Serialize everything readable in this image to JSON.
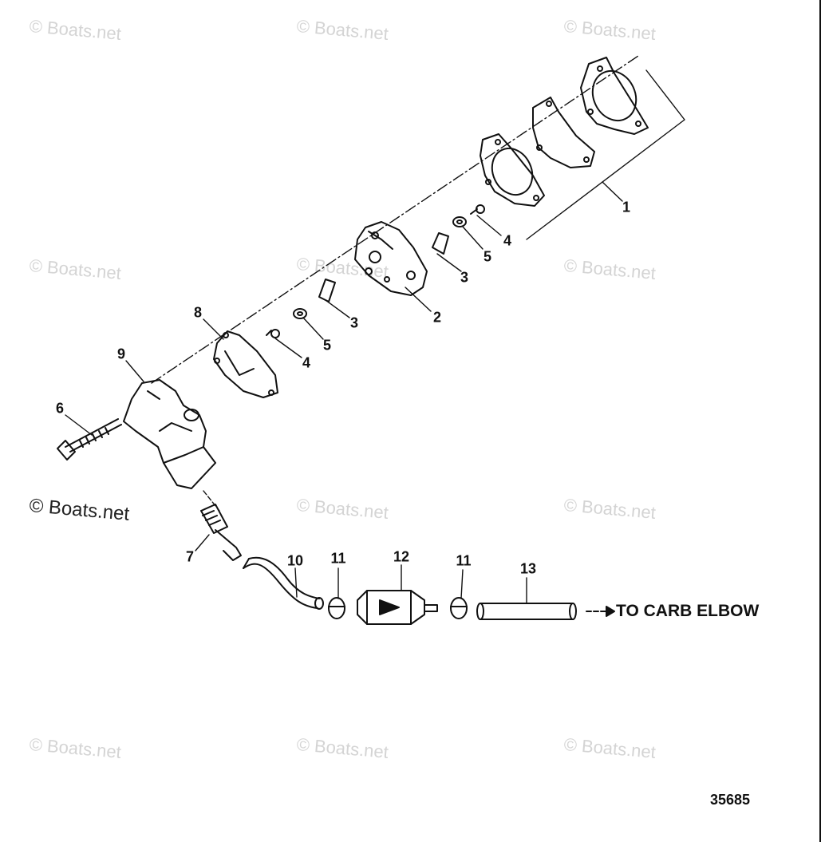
{
  "watermark": {
    "text": "© Boats.net"
  },
  "callouts": [
    "1",
    "2",
    "3",
    "3",
    "4",
    "4",
    "5",
    "5",
    "6",
    "7",
    "8",
    "9",
    "10",
    "11",
    "11",
    "12",
    "13"
  ],
  "destination_label": "TO CARB ELBOW",
  "figure_number": "35685",
  "colors": {
    "ink": "#111111",
    "watermark": "#d4d4d4",
    "background": "#ffffff"
  }
}
